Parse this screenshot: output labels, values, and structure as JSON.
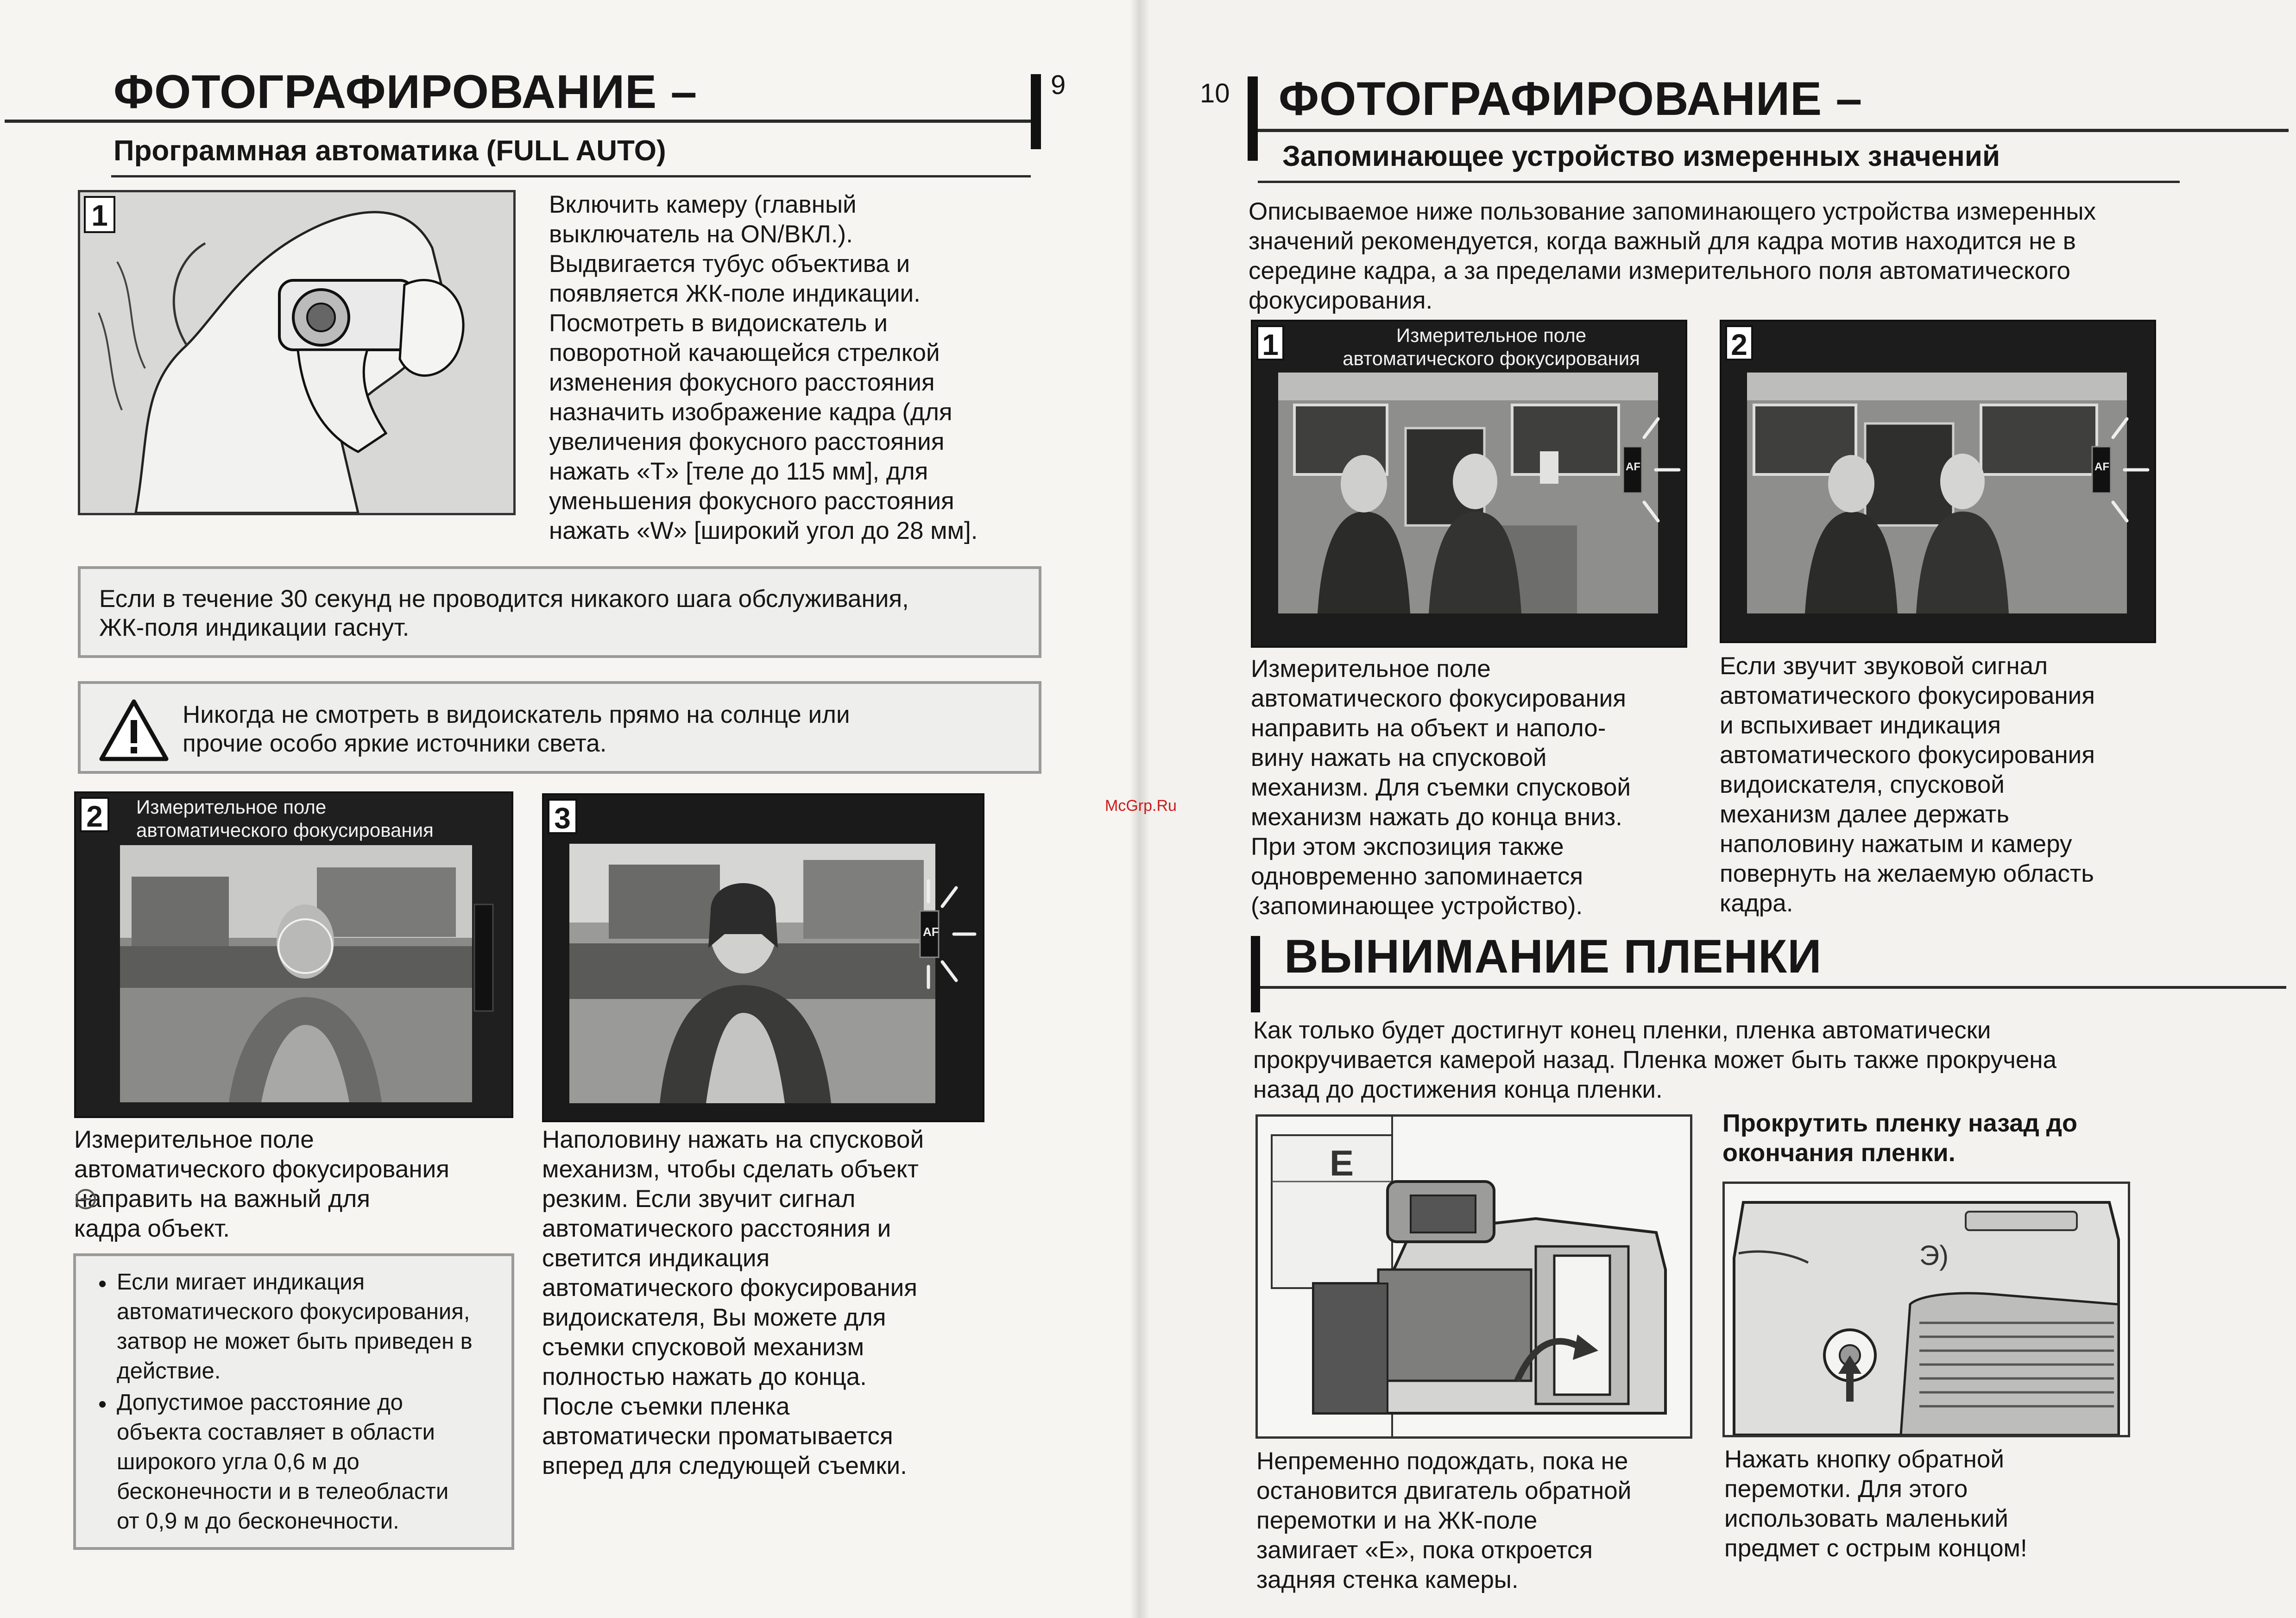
{
  "left": {
    "title": "ФОТОГРАФИРОВАНИЕ –",
    "subtitle": "Программная автоматика (FULL AUTO)",
    "page_number": "9",
    "step1": {
      "number": "1",
      "text": "Включить камеру (главный\nвыключатель на ON/ВКЛ.).\nВыдвигается тубус объектива и\nпоявляется ЖК-поле индикации.\nПосмотреть в видоискатель и\nповоротной качающейся стрелкой\nизменения фокусного расстояния\nназначить изображение кадра (для\nувеличения фокусного расстояния\nнажать «T» [теле до 115 мм], для\nуменьшения фокусного расстояния\nнажать «W» [широкий угол до 28 мм]."
    },
    "note1": "Если в течение 30 секунд не проводится никакого шага обслуживания,\nЖК-поля индикации гаснут.",
    "warning": "Никогда не смотреть в видоискатель прямо на солнце или\nпрочие особо яркие источники света.",
    "step2": {
      "number": "2",
      "overlay": "Измерительное поле\nавтоматического фокусирования",
      "text": "Измерительное поле\nавтоматического фокусирования\n      направить на важный для\nкадра объект."
    },
    "step3": {
      "number": "3",
      "af_label": "AF",
      "text": "Наполовину нажать на спусковой\nмеханизм, чтобы сделать объект\nрезким. Если звучит сигнал\nавтоматического расстояния и\nсветится индикация\nавтоматического фокусирования\nвидоискателя, Вы можете для\nсъемки спусковой механизм\nполностью нажать до конца.\nПосле съемки пленка\nавтоматически проматывается\nвперед для следующей съемки."
    },
    "bullets": [
      "Если мигает индикация\nавтоматического фокусирования,\nзатвор не может быть приведен в\nдействие.",
      "Допустимое расстояние до\nобъекта составляет в области\nширокого угла 0,6 м до\nбесконечности и в телеобласти\nот 0,9 м до бесконечности."
    ]
  },
  "right": {
    "page_number": "10",
    "title": "ФОТОГРАФИРОВАНИЕ –",
    "subtitle": "Запоминающее устройство измеренных значений",
    "intro": "Описываемое ниже пользование запоминающего устройства измеренных\nзначений рекомендуется, когда важный для кадра мотив находится не в\nсередине кадра, а за пределами измерительного поля автоматического\nфокусирования.",
    "photo1": {
      "number": "1",
      "overlay": "Измерительное поле\nавтоматического фокусирования",
      "af_label": "AF",
      "text": "Измерительное поле\nавтоматического фокусирования\nнаправить на объект и наполо-\nвину нажать на спусковой\nмеханизм. Для съемки спусковой\nмеханизм нажать до конца вниз.\nПри этом экспозиция также\nодновременно запоминается\n(запоминающее устройство)."
    },
    "photo2": {
      "number": "2",
      "af_label": "AF",
      "text": "Если звучит звуковой сигнал\nавтоматического фокусирования\nи вспыхивает индикация\nавтоматического фокусирования\nвидоискателя, спусковой\nмеханизм далее держать\nнаполовину нажатым и камеру\nповернуть на желаемую область\nкадра."
    },
    "section_title": "ВЫНИМАНИЕ ПЛЕНКИ",
    "film_intro": "Как только будет достигнут конец пленки, пленка автоматически\nпрокручивается камерой назад. Пленка может быть также прокручена\nназад до достижения конца пленки.",
    "rewind_heading": "Прокрутить пленку назад до\nокончания пленки.",
    "caption_left": "Непременно подождать, пока не\nостановится двигатель обратной\nперемотки и на ЖК-поле\nзамигает «E», пока откроется\nзадняя стенка камеры.",
    "caption_right": "Нажать кнопку обратной\nперемотки. Для этого\nиспользовать маленький\nпредмет с острым концом!",
    "lcd_symbol": "E",
    "rewind_symbol": "Э)"
  },
  "watermark": "McGrp.Ru"
}
